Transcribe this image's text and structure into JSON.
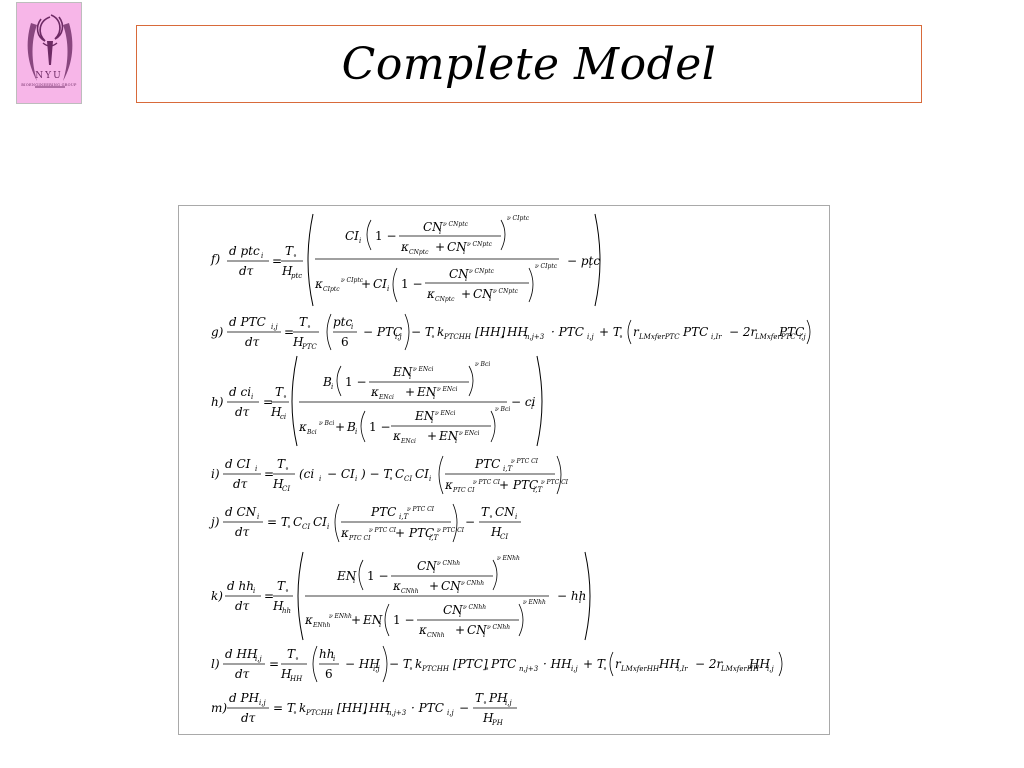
{
  "slide": {
    "title": "Complete Model"
  },
  "logo": {
    "letters": "NYU",
    "subtitle": "BIOENGINEERING GROUP"
  },
  "equations": {
    "f": {
      "label": "f)",
      "lhs_num": "d ptc",
      "lhs_num_sub": "i",
      "lhs_den": "dτ",
      "coef_num": "T",
      "coef_den": "H",
      "coef_den_sub": "ptc",
      "tail": "− ptc",
      "tail_sub": "i"
    },
    "g": {
      "label": "g)",
      "lhs_num": "d PTC",
      "lhs_num_sub": "i,j",
      "lhs_den": "dτ",
      "coef_num": "T",
      "coef_den": "H",
      "coef_den_sub": "PTC",
      "paren_num": "ptc",
      "paren_num_sub": "i",
      "paren_den": "6",
      "rest": "− PTC",
      "rest_sub": "i,j",
      "rest2": "− T",
      "k": "k",
      "k_sub": "PTCHH",
      "term_hh": "[HH]",
      "hh_vec": "HH",
      "hh_vec_sub": "n,j+3",
      "dot_ptc": "· PTC",
      "dot_ptc_sub": "i,j",
      "plus_t": "+ T",
      "r_open": "r",
      "r_sub": "LMxferPTC",
      "ptc_ir": "PTC",
      "ptc_ir_sub": "i,Ir",
      "minus_2r": "− 2r",
      "r2_sub": "LMxferPTC",
      "ptc_end": "PTC",
      "ptc_end_sub": "i,j"
    },
    "h": {
      "label": "h)",
      "lhs_num": "d ci",
      "lhs_num_sub": "i",
      "lhs_den": "dτ",
      "coef_num": "T",
      "coef_den": "H",
      "coef_den_sub": "ci",
      "tail": "− ci",
      "tail_sub": "i"
    },
    "i": {
      "label": "i)",
      "lhs_num": "d CI",
      "lhs_num_sub": "i",
      "lhs_den": "dτ",
      "coef_num": "T",
      "coef_den": "H",
      "coef_den_sub": "CI",
      "body": "(ci",
      "body_sub": "i",
      "body2": "− CI",
      "body2_sub": "i",
      "body3": ") − T",
      "c": "C",
      "c_sub": "CI",
      "ci": "CI",
      "ci_sub": "i",
      "frac_num": "PTC",
      "frac_num_sub": "i,T",
      "frac_den_k": "κ",
      "frac_den_k_sub": "PTC CI",
      "frac_den_plus": "+ PTC",
      "frac_den_plus_sub": "i,T"
    },
    "j": {
      "label": "j)",
      "lhs_num": "d CN",
      "lhs_num_sub": "i",
      "lhs_den": "dτ",
      "rhs_pre": "= T",
      "c": "C",
      "c_sub": "CI",
      "ci": "CI",
      "ci_sub": "i",
      "frac_num": "PTC",
      "frac_num_sub": "i,T",
      "frac_den_k": "κ",
      "frac_den_k_sub": "PTC CI",
      "frac_den_plus": "+ PTC",
      "frac_den_plus_sub": "i,T",
      "minus": "−",
      "tail_num": "T",
      "tail_num2": "CN",
      "tail_num2_sub": "i",
      "tail_den": "H",
      "tail_den_sub": "CI"
    },
    "k": {
      "label": "k)",
      "lhs_num": "d hh",
      "lhs_num_sub": "i",
      "lhs_den": "dτ",
      "coef_num": "T",
      "coef_den": "H",
      "coef_den_sub": "hh",
      "tail": "− hh",
      "tail_sub": "i"
    },
    "l": {
      "label": "l)",
      "lhs_num": "d HH",
      "lhs_num_sub": "i,j",
      "lhs_den": "dτ",
      "coef_num": "T",
      "coef_den": "H",
      "coef_den_sub": "HH",
      "paren_num": "hh",
      "paren_num_sub": "i",
      "paren_den": "6",
      "rest": "− HH",
      "rest_sub": "i,j",
      "rest2": "− T",
      "k": "k",
      "k_sub": "PTCHH",
      "term": "[PTC]",
      "vec": "PTC",
      "vec_sub": "n,j+3",
      "dot": "· HH",
      "dot_sub": "i,j",
      "plus_t": "+ T",
      "r_open": "r",
      "r_sub": "LMxferHH",
      "hh_ir": "HH",
      "hh_ir_sub": "i,Ir",
      "minus_2r": "− 2r",
      "r2_sub": "LMxferHH",
      "hh_end": "HH",
      "hh_end_sub": "i,j"
    },
    "m": {
      "label": "m)",
      "lhs_num": "d PH",
      "lhs_num_sub": "i,j",
      "lhs_den": "dτ",
      "rhs_pre": "= T",
      "k": "k",
      "k_sub": "PTCHH",
      "term": "[HH]",
      "vec": "HH",
      "vec_sub": "n,j+3",
      "dot": "· PTC",
      "dot_sub": "i,j",
      "minus": "−",
      "tail_num": "T",
      "tail_num2": "PH",
      "tail_num2_sub": "i,j",
      "tail_den": "H",
      "tail_den_sub": "PH"
    },
    "parts": {
      "CI_i": "CI",
      "i": "i",
      "one": "1 −",
      "CN_i": "CN",
      "EN_i": "EN",
      "B_i": "B",
      "kappa": "κ",
      "plus": "+",
      "sub_CNptc": "CNptc",
      "sub_CIptc": "CIptc",
      "sub_ENci": "ENci",
      "sub_Bci": "Bci",
      "sub_CNhh": "CNhh",
      "sub_ENhh": "ENhh",
      "nu_CNptc": "ν CNptc",
      "nu_CIptc": "ν CIptc",
      "nu_ENci": "ν ENci",
      "nu_Bci": "ν Bci",
      "nu_CNhh": "ν CNhh",
      "nu_ENhh": "ν ENhh",
      "nu_PTCCI": "ν PTC CI",
      "eq": "=",
      "circ": "∘"
    }
  }
}
